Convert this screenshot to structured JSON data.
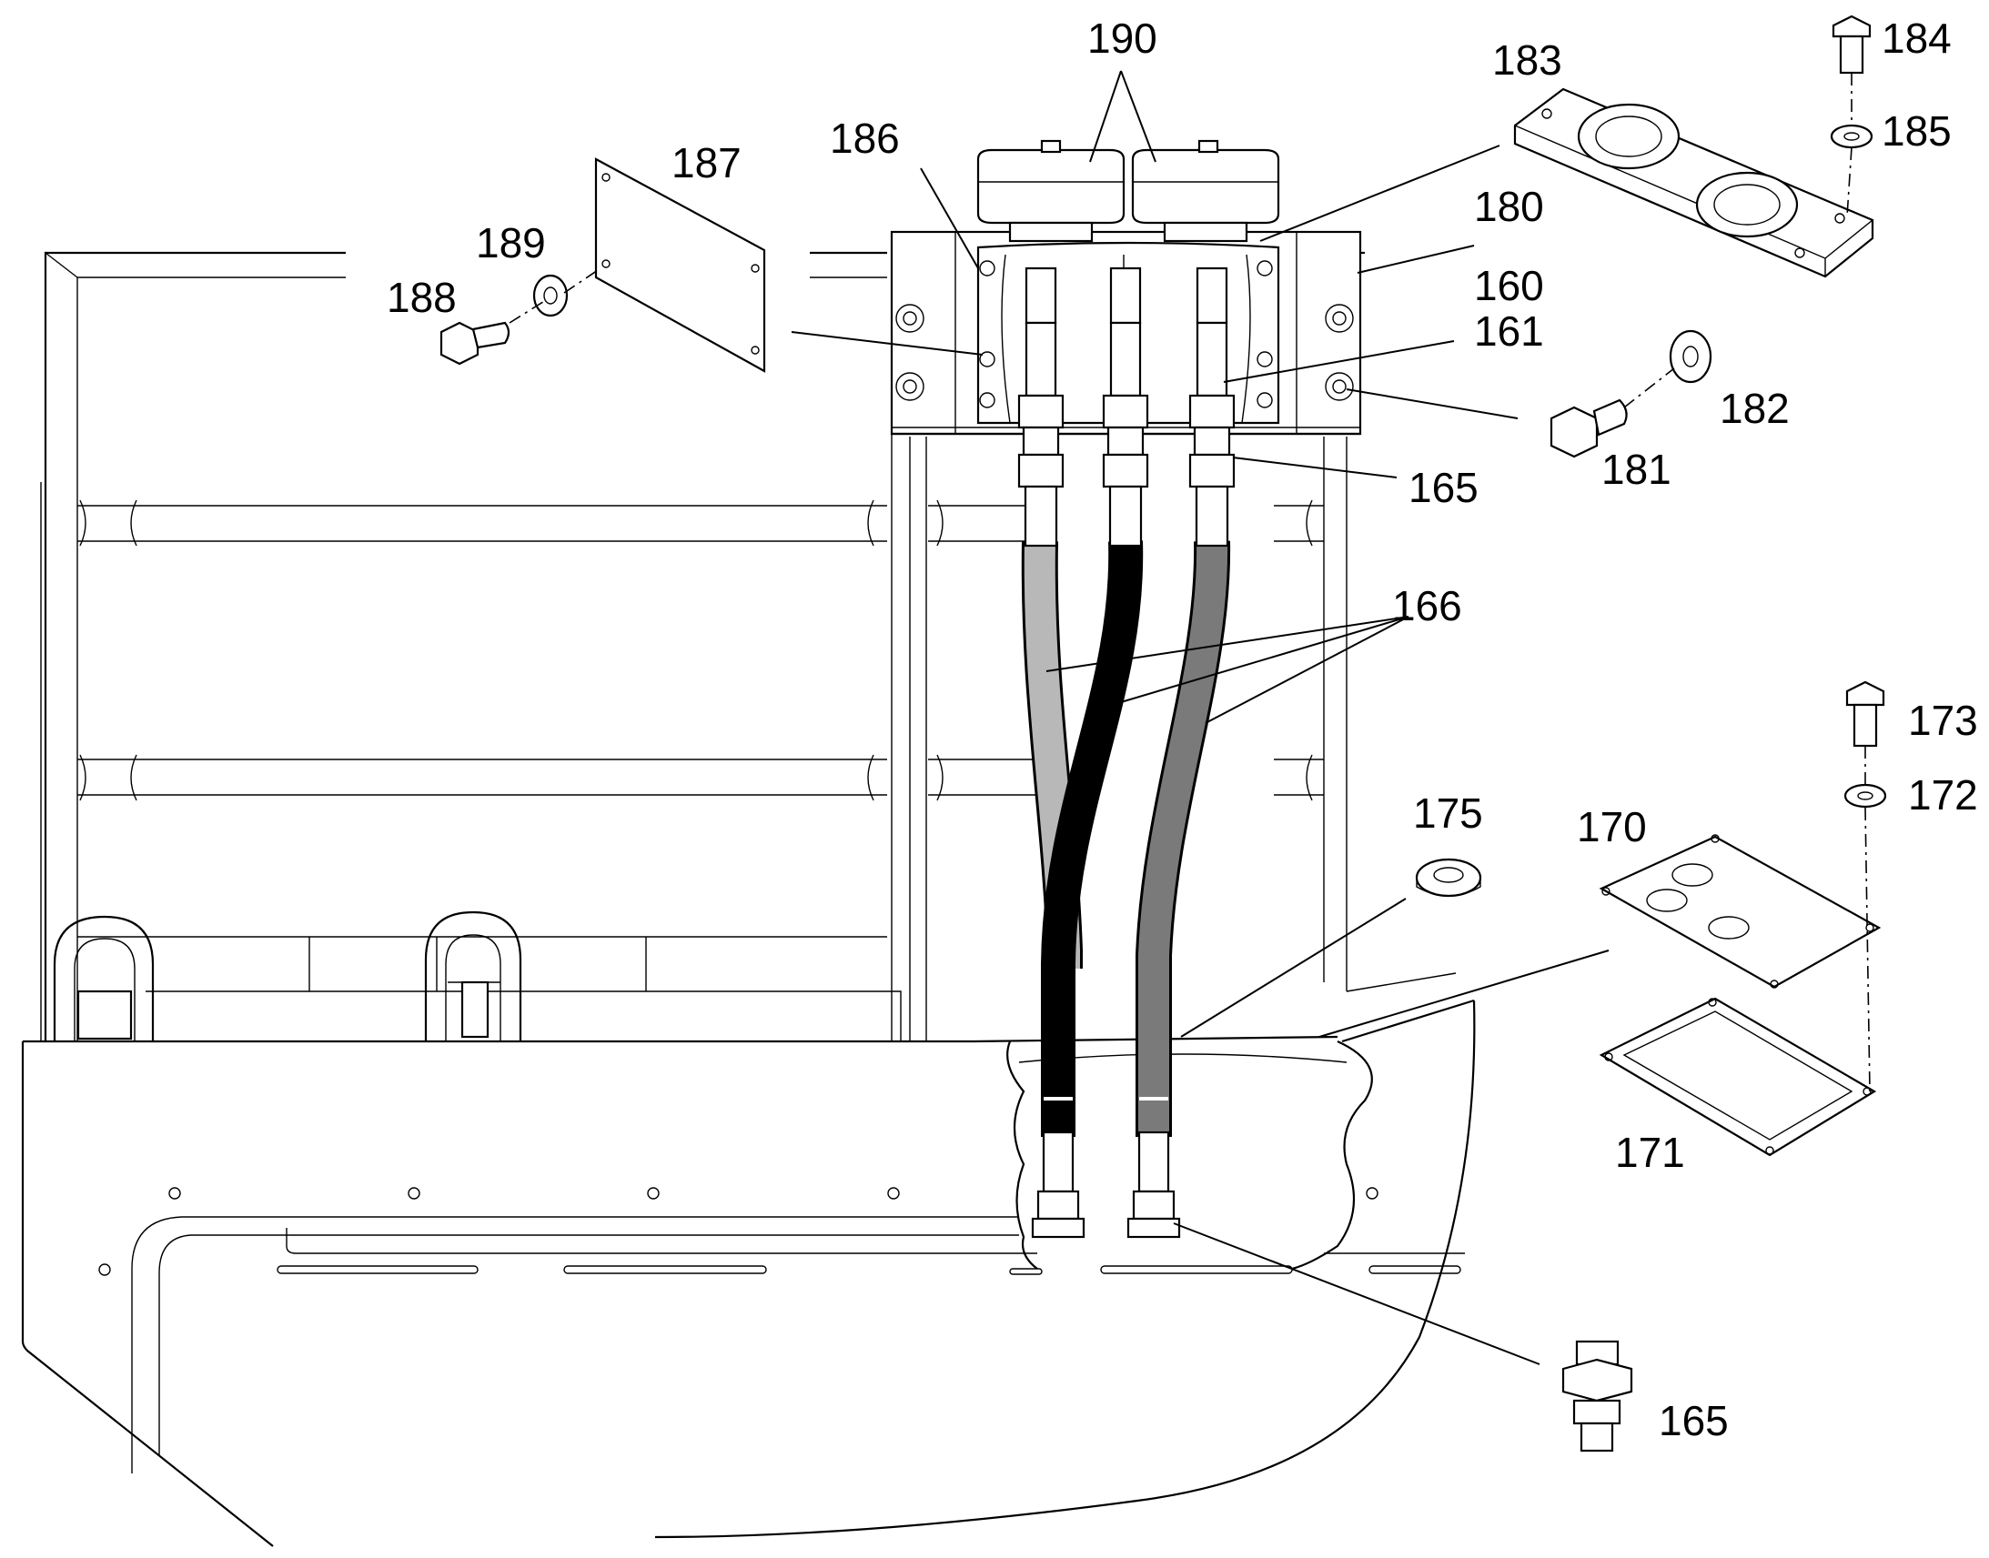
{
  "callouts": {
    "c190": "190",
    "c186": "186",
    "c187": "187",
    "c183": "183",
    "c184": "184",
    "c185": "185",
    "c180": "180",
    "c160": "160",
    "c161": "161",
    "c189": "189",
    "c188": "188",
    "c182": "182",
    "c181": "181",
    "c165a": "165",
    "c166": "166",
    "c173": "173",
    "c172": "172",
    "c175": "175",
    "c170": "170",
    "c171": "171",
    "c165b": "165"
  },
  "colors": {
    "line": "#000000",
    "background": "#ffffff",
    "hose_light": "#b8b8b8",
    "hose_dark": "#111111",
    "hose_mid": "#7a7a7a"
  }
}
